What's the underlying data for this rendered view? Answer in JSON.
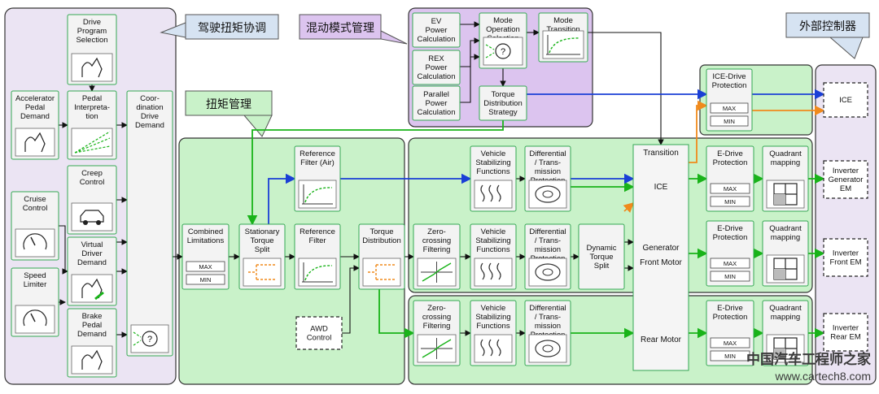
{
  "labels": {
    "driver_coord": "驾驶扭矩协调",
    "hybrid_mgmt": "混动模式管理",
    "torque_mgmt": "扭矩管理",
    "ext_ctrl": "外部控制器"
  },
  "blocks": {
    "drive_program": "Drive|Program|Selection",
    "accel_pedal": "Accelerator|Pedal|Demand",
    "pedal_interp": "Pedal|Interpreta-|tion",
    "creep": "Creep|Control",
    "cruise": "Cruise|Control",
    "virtual_driver": "Virtual|Driver|Demand",
    "speed_limiter": "Speed|Limiter",
    "brake_pedal": "Brake|Pedal|Demand",
    "coordination": "Coor-|dination|Drive|Demand",
    "ev_power": "EV|Power|Calculation",
    "rex_power": "REX|Power|Calculation",
    "parallel_power": "Parallel|Power|Calculation",
    "mode_op": "Mode|Operation|Selection",
    "mode_trans": "Mode|Transition",
    "torque_dist_strat": "Torque|Distribution|Strategy",
    "combined_lim": "Combined|Limitations",
    "stationary_split": "Stationary|Torque|Split",
    "ref_filter_air": "Reference|Filter (Air)",
    "ref_filter": "Reference|Filter",
    "torque_distribution": "Torque|Distribution",
    "awd": "AWD|Control",
    "vsf1": "Vehicle|Stabilizing|Functions",
    "vsf2": "Vehicle|Stabilizing|Functions",
    "vsf3": "Vehicle|Stabilizing|Functions",
    "diff1": "Differential|/ Trans-|mission|Protection",
    "diff2": "Differential|/ Trans-|mission|Protection",
    "diff3": "Differential|/ Trans-|mission|Protection",
    "zc1": "Zero-|crossing|Filtering",
    "zc2": "Zero-|crossing|Filtering",
    "dyn_split": "Dynamic|Torque|Split",
    "transition": "Transition",
    "ice": "ICE",
    "generator": "Generator",
    "front_motor": "Front Motor",
    "rear_motor": "Rear Motor",
    "ice_drive_prot": "ICE-Drive|Protection",
    "edrive1": "E-Drive|Protection",
    "edrive2": "E-Drive|Protection",
    "edrive3": "E-Drive|Protection",
    "quad1": "Quadrant|mapping",
    "quad2": "Quadrant|mapping",
    "quad3": "Quadrant|mapping",
    "ext_ice": "ICE",
    "inv_gen": "Inverter|Generator|EM",
    "inv_front": "Inverter|Front EM",
    "inv_rear": "Inverter|Rear EM"
  },
  "max_label": "MAX",
  "min_label": "MIN",
  "watermark": {
    "line1": "中国汽车工程师之家",
    "line2": "www.cartech8.com"
  },
  "colors": {
    "blue": "#1a3fd6",
    "green": "#19b319",
    "orange": "#f08a1c",
    "black": "#111111",
    "panel_lilac": "#ebe4f3",
    "panel_purple": "#dcc4ef",
    "panel_green": "#c9f2c9",
    "block_fill": "#f3f3f3",
    "block_stroke": "#34a853"
  }
}
